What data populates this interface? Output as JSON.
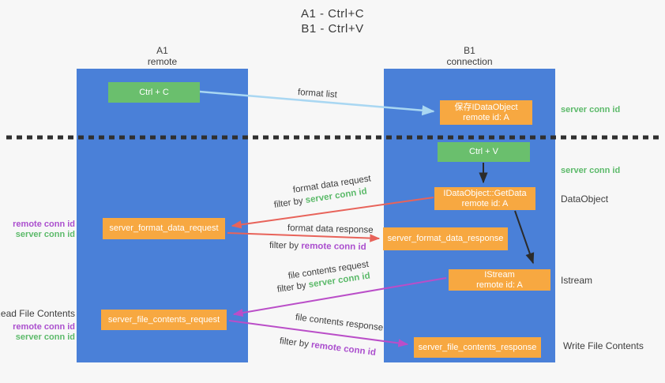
{
  "title": {
    "line1": "A1 - Ctrl+C",
    "line2": "B1 - Ctrl+V"
  },
  "columns": {
    "a1": {
      "name": "A1",
      "subtitle": "remote"
    },
    "b1": {
      "name": "B1",
      "subtitle": "connection"
    }
  },
  "nodes": {
    "ctrl_c": "Ctrl + C",
    "ctrl_v": "Ctrl + V",
    "save_idataobject_line1": "保存IDataObject",
    "save_idataobject_line2": "remote id: A",
    "getdata_line1": "IDataObject::GetData",
    "getdata_line2": "remote id: A",
    "istream_line1": "IStream",
    "istream_line2": "remote id: A",
    "server_format_data_request": "server_format_data_request",
    "server_format_data_response": "server_format_data_response",
    "server_file_contents_request": "server_file_contents_request",
    "server_file_contents_response": "server_file_contents_response"
  },
  "flow_labels": {
    "format_list": "format list",
    "format_data_request": "format data request",
    "filter_by_server_1_prefix": "filter by ",
    "filter_by_server_1": "server conn id",
    "format_data_response": "format data response",
    "filter_by_remote_1_prefix": "filter by ",
    "filter_by_remote_1": "remote conn id",
    "file_contents_request": "file contents request",
    "filter_by_server_2_prefix": "filter by ",
    "filter_by_server_2": "server conn id",
    "file_contents_response": "file contents response",
    "filter_by_remote_2_prefix": "filter by ",
    "filter_by_remote_2": "remote conn id"
  },
  "side_labels": {
    "right_server_conn_id_top": "server conn id",
    "right_server_conn_id_mid": "server conn id",
    "right_dataobject": "DataObject",
    "right_istream": "Istream",
    "right_write_file_contents": "Write File Contents",
    "left_remote_conn_id_top": "remote conn id",
    "left_server_conn_id_top": "server conn id",
    "left_read_file_contents": "Read File Contents",
    "left_remote_conn_id_bottom": "remote conn id",
    "left_server_conn_id_bottom": "server conn id"
  },
  "colors": {
    "background": "#f7f7f7",
    "column_blue": "#4a80d8",
    "node_green": "#6abf6d",
    "node_orange": "#f7a841",
    "arrow_lightblue": "#a9d7f2",
    "arrow_black": "#2b2b2b",
    "arrow_red": "#e8635a",
    "arrow_magenta": "#ba4ec8",
    "text_green": "#5cba6a",
    "text_purple": "#ab4fce",
    "text_dark": "#3d3d3d",
    "separator_dark": "#2f2f2f"
  }
}
